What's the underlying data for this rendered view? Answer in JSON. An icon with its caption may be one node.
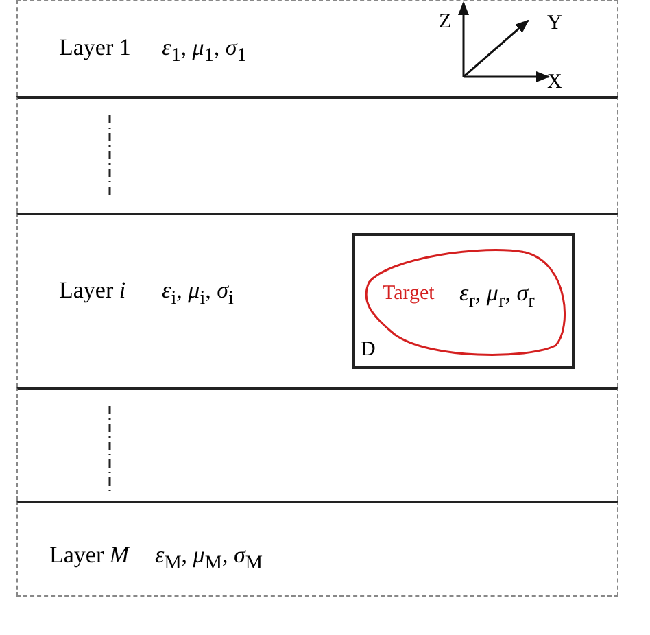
{
  "diagram": {
    "nodes": [
      {
        "text": [
          "Layer 1",
          "*ε*$_{1}$, *μ*$_{1}$, *σ*$_{1}$"
        ]
      },
      {
        "text": [],
        "shape": "box"
      },
      {
        "text": [
          "Layer *i*",
          "*ε*$_{i}$, *μ*$_{i}$, *σ*$_{i}$"
        ]
      },
      {
        "text": [
          "D"
        ],
        "in": 2
      },
      {
        "text": [
          "Target",
          "*ε*$_{r}$, *μ*$_{r}$, *σ*$_{r}$"
        ],
        "in": 3
      },
      {
        "text": [],
        "shape": "box"
      },
      {
        "text": [
          "Layer *M*",
          "*ε*$_{M}$, *μ*$_{M}$, *σ*$_{M}$"
        ]
      }
    ],
    "edges": [],
    "labels": [
      "Z",
      "Y",
      "X"
    ]
  }
}
